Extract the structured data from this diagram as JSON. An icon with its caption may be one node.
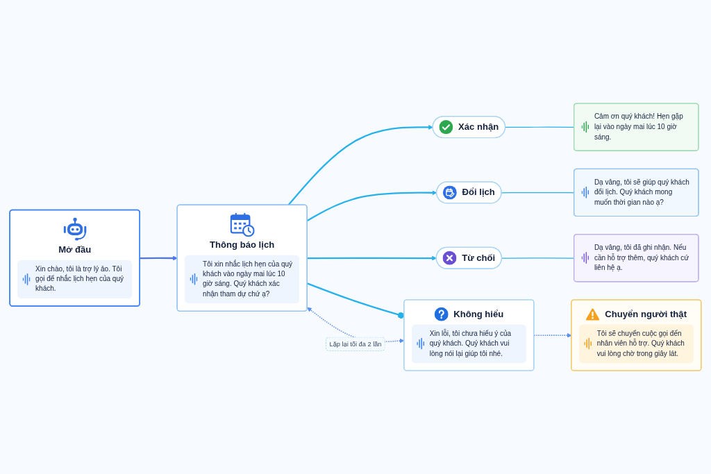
{
  "diagram": {
    "nodes": [
      {
        "text": [
          "Mở đầu",
          "Xin chào, tôi là trợ lý ảo. Tôi gọi để nhắc lịch hẹn của quý khách."
        ]
      },
      {
        "text": [
          "Thông báo lịch",
          "Tôi xin nhắc lịch hẹn của quý khách vào ngày mai lúc 10 giờ sáng. Quý khách xác nhận tham dự chứ ạ?"
        ]
      },
      {
        "text": [
          "Xác nhận"
        ]
      },
      {
        "text": [
          "Cảm ơn quý khách! Hẹn gặp lại vào ngày mai lúc 10 giờ sáng."
        ]
      },
      {
        "text": [
          "Đổi lịch"
        ]
      },
      {
        "text": [
          "Dạ vâng, tôi sẽ giúp quý khách đổi lịch. Quý khách mong muốn thời gian nào ạ?"
        ]
      },
      {
        "text": [
          "Từ chối"
        ]
      },
      {
        "text": [
          "Dạ vâng, tôi đã ghi nhận. Nếu cần hỗ trợ thêm, quý khách cứ liên hệ ạ."
        ]
      },
      {
        "text": [
          "Không hiểu",
          "Xin lỗi, tôi chưa hiểu ý của quý khách. Quý khách vui lòng nói lại giúp tôi nhé."
        ]
      },
      {
        "text": [
          "Chuyển người thật",
          "Tôi sẽ chuyển cuộc gọi đến nhân viên hỗ trợ. Quý khách vui lòng chờ trong giây lát."
        ]
      }
    ],
    "edges": [
      {
        "from": 0,
        "to": 1,
        "arrow": "to",
        "color": "#4f74ec"
      },
      {
        "from": 1,
        "to": 2,
        "arrow": "to"
      },
      {
        "from": 1,
        "to": 4,
        "arrow": "to"
      },
      {
        "from": 1,
        "to": 6,
        "arrow": "to"
      },
      {
        "from": 1,
        "to": 8,
        "arrow": "other"
      },
      {
        "from": 2,
        "to": 3,
        "arrow": "none"
      },
      {
        "from": 4,
        "to": 5,
        "arrow": "none"
      },
      {
        "from": 6,
        "to": 7,
        "arrow": "none"
      },
      {
        "from": 8,
        "to": 9,
        "arrow": "to",
        "style": "dashed",
        "color": "#5b8def"
      },
      {
        "from": 8,
        "to": 1,
        "arrow": "both",
        "style": "dashed",
        "color": "#5b8def",
        "label": "Lặp lại tối đa 2 lần"
      }
    ]
  }
}
